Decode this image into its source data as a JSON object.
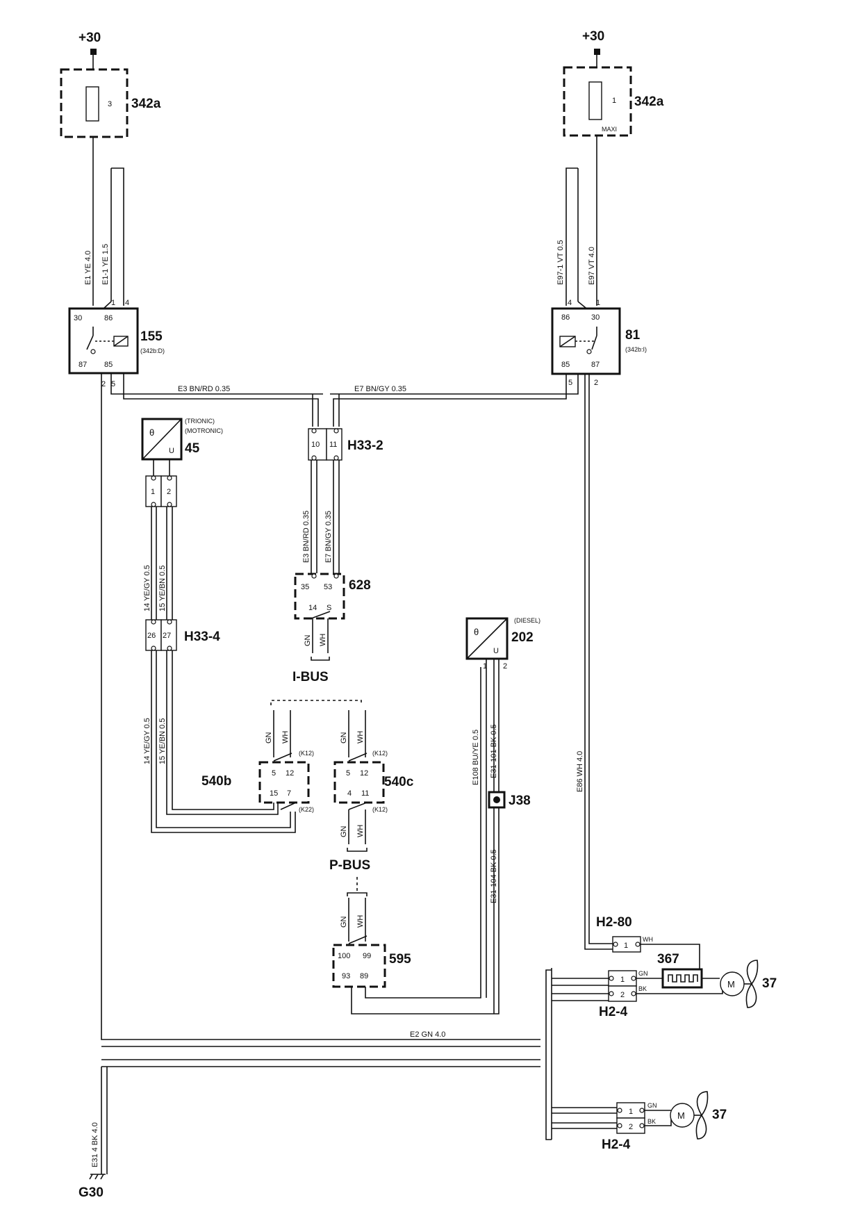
{
  "supply": {
    "left": "+30",
    "right": "+30"
  },
  "fuses": {
    "left": {
      "id": "342a",
      "num": "3"
    },
    "right": {
      "id": "342a",
      "num": "1",
      "type": "MAXI"
    }
  },
  "relays": {
    "r155": {
      "id": "155",
      "ref": "(342b:D)",
      "p30": "30",
      "p86": "86",
      "p87": "87",
      "p85": "85",
      "t1": "1",
      "t4": "4",
      "t2": "2",
      "t5": "5"
    },
    "r81": {
      "id": "81",
      "ref": "(342b:I)",
      "p86": "86",
      "p30": "30",
      "p85": "85",
      "p87": "87",
      "t4": "4",
      "t1": "1",
      "t5": "5",
      "t2": "2"
    }
  },
  "wires": {
    "e1": "E1  YE  4.0",
    "e1_1": "E1-1  YE  1.5",
    "e97_1": "E97-1  VT  0.5",
    "e97": "E97  VT  4.0",
    "e3_top": "E3  BN/RD 0.35",
    "e7_top": "E7  BN/GY 0.35",
    "e3_v": "E3  BN/RD 0.35",
    "e7_v": "E7  BN/GY 0.35",
    "ye_gy_1": "14  YE/GY  0.5",
    "ye_bn_1": "15  YE/BN  0.5",
    "ye_gy_2": "14  YE/GY  0.5",
    "ye_bn_2": "15  YE/BN  0.5",
    "e108": "E108  BU/YE  0.5",
    "e31_101": "E31-101  BK  0.5",
    "e31_104": "E31-104  BK  0.5",
    "e86": "E86  WH 4.0",
    "e2": "E2  GN  4.0",
    "e31_4": "E31 4  BK  4.0"
  },
  "sensors": {
    "s45": {
      "id": "45",
      "note1": "(TRIONIC)",
      "note2": "(MOTRONIC)",
      "theta": "θ",
      "u": "U"
    },
    "s202": {
      "id": "202",
      "note": "(DIESEL)",
      "theta": "θ",
      "u": "U",
      "p1": "1",
      "p2": "2"
    }
  },
  "connectors": {
    "h33_2": {
      "id": "H33-2",
      "a": "10",
      "b": "11"
    },
    "h33_4": {
      "id": "H33-4",
      "a": "26",
      "b": "27"
    },
    "c45": {
      "a": "1",
      "b": "2"
    },
    "c628": {
      "id": "628",
      "a": "35",
      "b": "53",
      "c": "14",
      "d": "S"
    },
    "c540b": {
      "id": "540b",
      "a": "5",
      "b": "12",
      "c": "15",
      "d": "7",
      "k1": "(K12)",
      "k2": "(K22)"
    },
    "c540c": {
      "id": "540c",
      "a": "5",
      "b": "12",
      "c": "4",
      "d": "11",
      "k1": "(K12)",
      "k2": "(K12)"
    },
    "c595": {
      "id": "595",
      "a": "100",
      "b": "99",
      "c": "93",
      "d": "89"
    },
    "j38": {
      "id": "J38"
    },
    "h2_80": {
      "id": "H2-80",
      "pin": "1",
      "color": "WH"
    },
    "h2_4a": {
      "id": "H2-4",
      "p1": "1",
      "p2": "2",
      "c1": "GN",
      "c2": "BK"
    },
    "h2_4b": {
      "id": "H2-4",
      "p1": "1",
      "p2": "2",
      "c1": "GN",
      "c2": "BK"
    },
    "r367": {
      "id": "367"
    },
    "ground": {
      "id": "G30"
    }
  },
  "bus": {
    "ibus": "I-BUS",
    "pbus": "P-BUS",
    "gn": "GN",
    "wh": "WH"
  },
  "fans": {
    "f1": "37",
    "f2": "37",
    "m": "M"
  }
}
